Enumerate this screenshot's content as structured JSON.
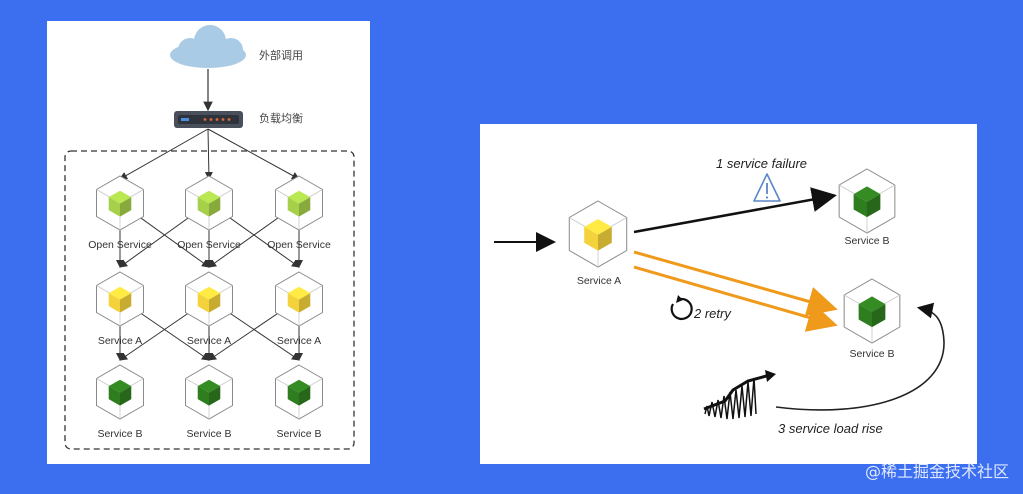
{
  "left_diagram": {
    "external_call_label": "外部调用",
    "load_balancer_label": "负载均衡",
    "row_open": [
      "Open Service",
      "Open Service",
      "Open Service"
    ],
    "row_a": [
      "Service A",
      "Service A",
      "Service A"
    ],
    "row_b": [
      "Service B",
      "Service B",
      "Service B"
    ]
  },
  "right_diagram": {
    "service_a_label": "Service A",
    "service_b_top_label": "Service B",
    "service_b_bottom_label": "Service B",
    "step1": "1 service failure",
    "step2": "2 retry",
    "step3": "3 service load rise"
  },
  "watermark": "@稀土掘金技术社区",
  "colors": {
    "background": "#3b6ff0",
    "open_service": "#a6cf4a",
    "service_a": "#f4d23c",
    "service_b": "#2e7d1e",
    "retry_arrow": "#f09a1c",
    "cloud": "#a9cbe6"
  },
  "icons": [
    "cloud-icon",
    "load-balancer-icon",
    "warning-icon",
    "retry-icon",
    "load-rise-icon"
  ]
}
